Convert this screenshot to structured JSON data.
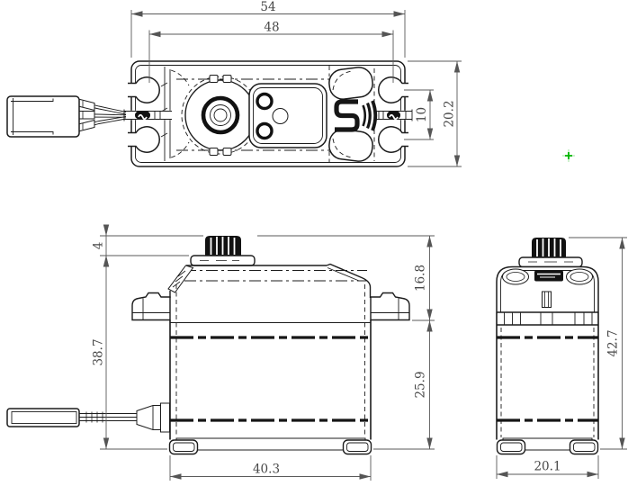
{
  "top_view": {
    "overall_width": "54",
    "mount_hole_spacing": "48",
    "slot_spacing": "10",
    "body_width": "20.2"
  },
  "front_view": {
    "horn_height": "4",
    "case_height": "38.7",
    "upper_height": "16.8",
    "lower_height": "25.9",
    "case_width": "40.3"
  },
  "side_view": {
    "overall_height": "42.7",
    "case_depth": "20.1"
  },
  "colors": {
    "line": "#1c1c1c",
    "dimension": "#4a4a4a",
    "marker_cross": "#00b400"
  }
}
